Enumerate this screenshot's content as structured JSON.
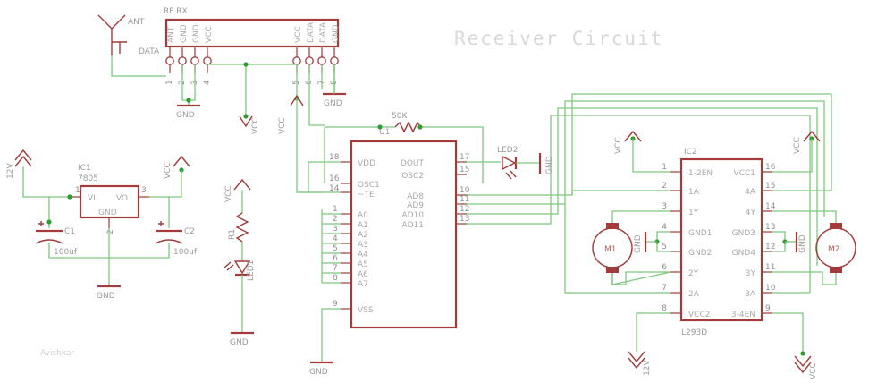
{
  "sheet": {
    "title": "Receiver Circuit",
    "signature": "Avishkar"
  },
  "antenna": {
    "label": "ANT",
    "data_label": "DATA"
  },
  "rf_module": {
    "name": "RF RX",
    "top_pin_labels": [
      "ANT",
      "GND",
      "GND",
      "VCC",
      "VCC",
      "DATA",
      "DATA",
      "GND"
    ],
    "pin_numbers": [
      "1",
      "2",
      "3",
      "4",
      "5",
      "6",
      "7",
      "8"
    ],
    "gnd_left": "GND",
    "gnd_right": "GND",
    "vcc_net": "VCC"
  },
  "regulator": {
    "refdes": "IC1",
    "part": "7805",
    "pins": {
      "in": "VI",
      "out": "VO",
      "gnd": "GND"
    },
    "pin_numbers": {
      "in": "1",
      "out": "3",
      "gnd": "2"
    },
    "supply_in": "12V",
    "supply_out": "VCC",
    "gnd": "GND",
    "c1": {
      "refdes": "C1",
      "value": "100uf",
      "polarity": "+"
    },
    "c2": {
      "refdes": "C2",
      "value": "100uf",
      "polarity": "+"
    }
  },
  "indicator": {
    "vcc": "VCC",
    "resistor": "R1",
    "led": "LED1",
    "gnd": "GND"
  },
  "decoder": {
    "refdes": "U1",
    "osc_resistor": "50K",
    "left_pins": [
      {
        "num": "18",
        "name": "VDD"
      },
      {
        "num": "16",
        "name": "OSC1"
      },
      {
        "num": "14",
        "name": "~TE"
      },
      {
        "num": "1",
        "name": "A0"
      },
      {
        "num": "2",
        "name": "A1"
      },
      {
        "num": "3",
        "name": "A2"
      },
      {
        "num": "4",
        "name": "A3"
      },
      {
        "num": "5",
        "name": "A4"
      },
      {
        "num": "6",
        "name": "A5"
      },
      {
        "num": "7",
        "name": "A6"
      },
      {
        "num": "8",
        "name": "A7"
      },
      {
        "num": "9",
        "name": "VSS"
      }
    ],
    "right_pins": [
      {
        "num": "17",
        "name": "DOUT"
      },
      {
        "num": "15",
        "name": "OSC2"
      },
      {
        "num": "10",
        "name": "AD8"
      },
      {
        "num": "11",
        "name": "AD9"
      },
      {
        "num": "12",
        "name": "AD10"
      },
      {
        "num": "13",
        "name": "AD11"
      }
    ],
    "gnd": "GND",
    "vcc": "VCC"
  },
  "led2": {
    "refdes": "LED2",
    "gnd": "GND"
  },
  "driver": {
    "refdes": "IC2",
    "part": "L293D",
    "left_pins": [
      {
        "num": "1",
        "name": "1-2EN"
      },
      {
        "num": "2",
        "name": "1A"
      },
      {
        "num": "3",
        "name": "1Y"
      },
      {
        "num": "4",
        "name": "GND1"
      },
      {
        "num": "5",
        "name": "GND2"
      },
      {
        "num": "6",
        "name": "2Y"
      },
      {
        "num": "7",
        "name": "2A"
      },
      {
        "num": "8",
        "name": "VCC2"
      }
    ],
    "right_pins": [
      {
        "num": "16",
        "name": "VCC1"
      },
      {
        "num": "15",
        "name": "4A"
      },
      {
        "num": "14",
        "name": "4Y"
      },
      {
        "num": "13",
        "name": "GND3"
      },
      {
        "num": "12",
        "name": "GND4"
      },
      {
        "num": "11",
        "name": "3Y"
      },
      {
        "num": "10",
        "name": "3A"
      },
      {
        "num": "9",
        "name": "3-4EN"
      }
    ],
    "vcc_left": "VCC",
    "vcc_right": "VCC",
    "gnd_left": "GND",
    "gnd_right": "GND",
    "supply_12v": "12V",
    "supply_vcc": "VCC"
  },
  "motors": [
    {
      "refdes": "M1"
    },
    {
      "refdes": "M2"
    }
  ],
  "colors": {
    "wire": "#7ec87e",
    "symbol": "#a33b3b",
    "label": "#9a9a9a",
    "junction": "#2e9e2e",
    "title": "#d8d8d8"
  }
}
